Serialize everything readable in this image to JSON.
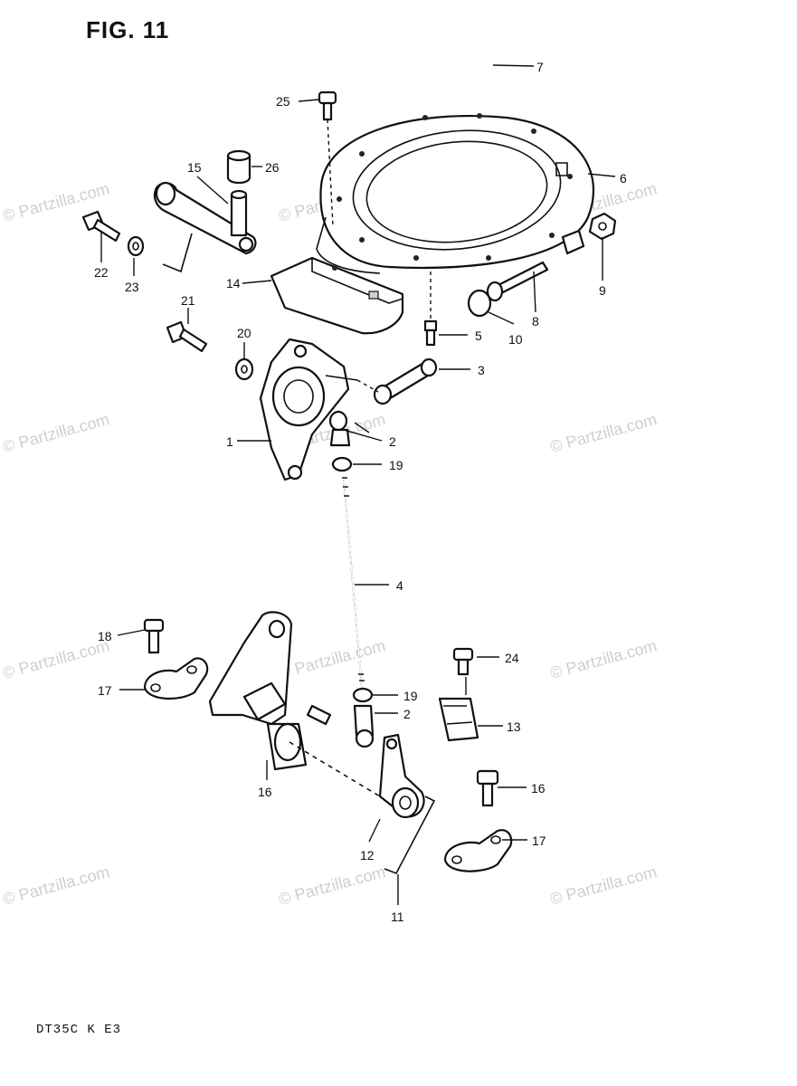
{
  "title": "FIG. 11",
  "footer": "DT35C K E3",
  "watermark": "© Partzilla.com",
  "callouts": [
    {
      "id": "p7",
      "text": "7"
    },
    {
      "id": "p6",
      "text": "6"
    },
    {
      "id": "p25",
      "text": "25"
    },
    {
      "id": "p26",
      "text": "26"
    },
    {
      "id": "p15",
      "text": "15"
    },
    {
      "id": "p22",
      "text": "22"
    },
    {
      "id": "p23",
      "text": "23"
    },
    {
      "id": "p14",
      "text": "14"
    },
    {
      "id": "p9",
      "text": "9"
    },
    {
      "id": "p8",
      "text": "8"
    },
    {
      "id": "p10",
      "text": "10"
    },
    {
      "id": "p5",
      "text": "5"
    },
    {
      "id": "p21",
      "text": "21"
    },
    {
      "id": "p20",
      "text": "20"
    },
    {
      "id": "p3",
      "text": "3"
    },
    {
      "id": "p1",
      "text": "1"
    },
    {
      "id": "p2a",
      "text": "2"
    },
    {
      "id": "p19a",
      "text": "19"
    },
    {
      "id": "p4",
      "text": "4"
    },
    {
      "id": "p18",
      "text": "18"
    },
    {
      "id": "p24",
      "text": "24"
    },
    {
      "id": "p17a",
      "text": "17"
    },
    {
      "id": "p19b",
      "text": "19"
    },
    {
      "id": "p2b",
      "text": "2"
    },
    {
      "id": "p13",
      "text": "13"
    },
    {
      "id": "p16a",
      "text": "16"
    },
    {
      "id": "p16b",
      "text": "16"
    },
    {
      "id": "p12",
      "text": "12"
    },
    {
      "id": "p17b",
      "text": "17"
    },
    {
      "id": "p11",
      "text": "11"
    }
  ]
}
